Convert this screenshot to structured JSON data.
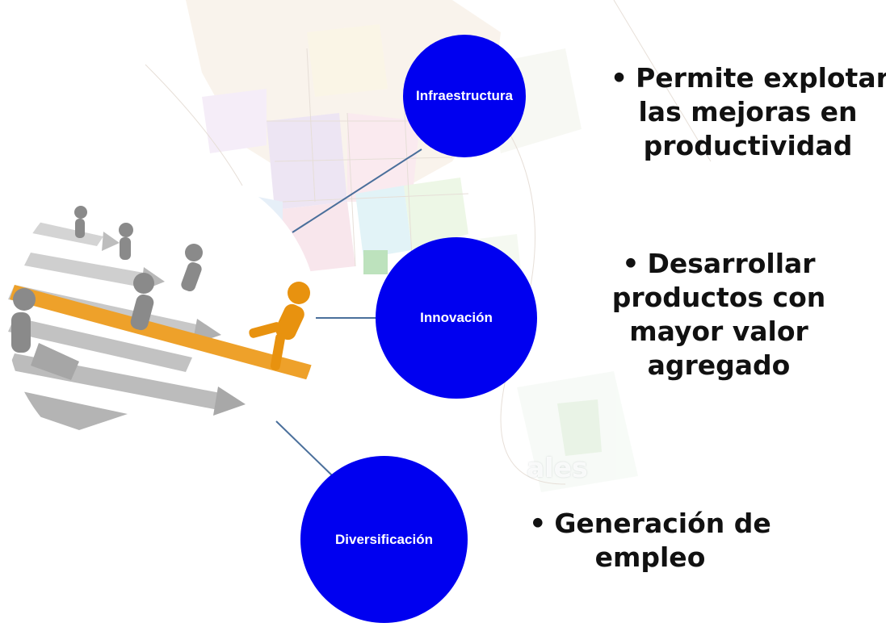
{
  "nodes": [
    {
      "label": "Infraestructura",
      "color": "#0000f0"
    },
    {
      "label": "Innovación",
      "color": "#0000f0"
    },
    {
      "label": "Diversificación",
      "color": "#0000f0"
    }
  ],
  "bullets": [
    {
      "lines": [
        "Permite explotar",
        "las mejoras en",
        "productividad"
      ]
    },
    {
      "lines": [
        "Desarrollar",
        "productos con",
        "mayor valor",
        "agregado"
      ]
    },
    {
      "lines": [
        "Generación de",
        "empleo"
      ]
    }
  ],
  "bullet_marker": "•",
  "faded_text": "ales",
  "hub_image_icon": "runners-race-icon",
  "colors": {
    "node": "#0000f0",
    "connector": "#4a6f9b",
    "runner_leader": "#e8920f",
    "runner": "#8a8a8a"
  }
}
